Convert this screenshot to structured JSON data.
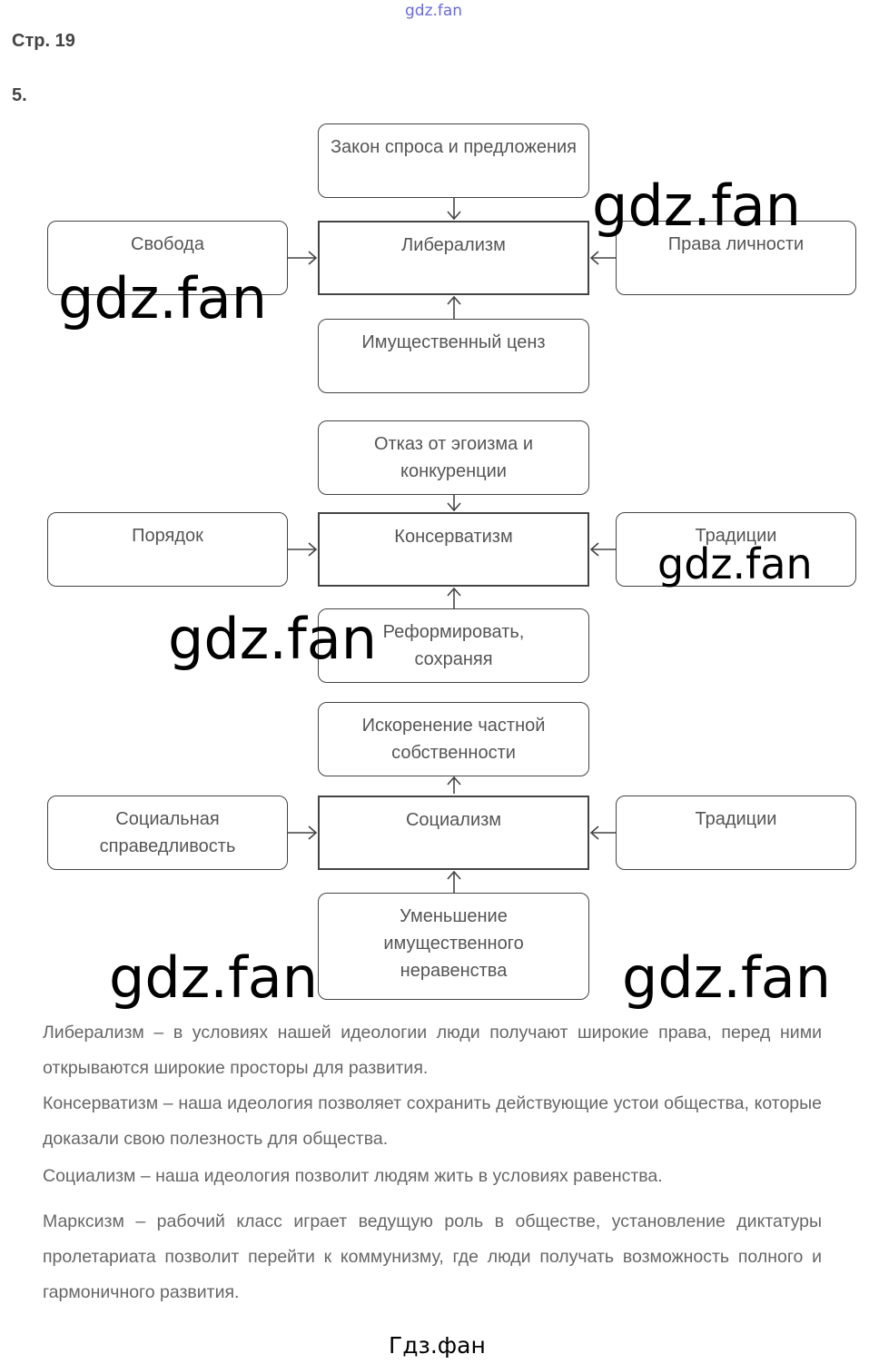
{
  "header": {
    "page": "Стр. 19",
    "task": "5.",
    "site_mark": "gdz.fan"
  },
  "diagrams": [
    {
      "center": "Либерализм",
      "top": "Закон спроса и предложения",
      "left": "Свобода",
      "right": "Права личности",
      "bottom": "Имущественный ценз"
    },
    {
      "center": "Консерватизм",
      "top": "Отказ от эгоизма и конкуренции",
      "left": "Порядок",
      "right": "Традиции",
      "bottom": "Реформировать, сохраняя"
    },
    {
      "center": "Социализм",
      "top": "Искоренение частной собственности",
      "left": "Социальная справедливость",
      "right": "Традиции",
      "bottom": "Уменьшение имущественного неравенства"
    }
  ],
  "paragraphs": [
    "Либерализм – в условиях нашей идеологии люди получают широкие права, перед ними открываются широкие просторы для развития.",
    "Консерватизм – наша идеология позволяет сохранить действующие устои общества, которые доказали свою полезность для общества.",
    "Социализм – наша идеология позволит людям жить в условиях равенства.",
    "Марксизм – рабочий класс играет ведущую роль в обществе, установление диктатуры пролетариата позволит перейти к коммунизму, где люди получать возможность полного и гармоничного развития."
  ],
  "watermark": "gdz.fan",
  "footer": "Гдз.фан"
}
